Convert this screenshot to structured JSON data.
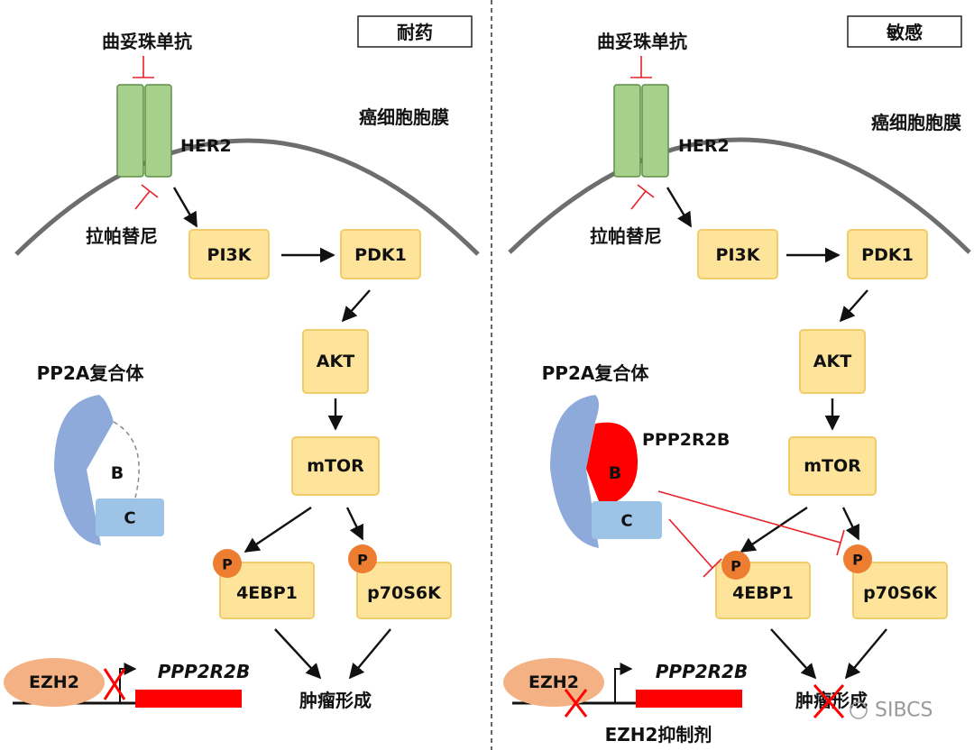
{
  "left_panel": {
    "title": "耐药",
    "antibody": "曲妥珠单抗",
    "membrane": "癌细胞胞膜",
    "receptor": "HER2",
    "inhibitor": "拉帕替尼",
    "nodes": {
      "pi3k": "PI3K",
      "pdk1": "PDK1",
      "akt": "AKT",
      "mtor": "mTOR",
      "ebp1": "4EBP1",
      "p70": "p70S6K"
    },
    "phospho": "P",
    "pp2a_label": "PP2A复合体",
    "subunit_b": "B",
    "subunit_c": "C",
    "ezh2": "EZH2",
    "gene": "PPP2R2B",
    "outcome": "肿瘤形成"
  },
  "right_panel": {
    "title": "敏感",
    "antibody": "曲妥珠单抗",
    "membrane": "癌细胞胞膜",
    "receptor": "HER2",
    "inhibitor": "拉帕替尼",
    "nodes": {
      "pi3k": "PI3K",
      "pdk1": "PDK1",
      "akt": "AKT",
      "mtor": "mTOR",
      "ebp1": "4EBP1",
      "p70": "p70S6K"
    },
    "phospho": "P",
    "pp2a_label": "PP2A复合体",
    "subunit_b": "B",
    "subunit_c": "C",
    "b_protein": "PPP2R2B",
    "ezh2": "EZH2",
    "gene": "PPP2R2B",
    "ezh2_inhibitor": "EZH2抑制剂",
    "outcome": "肿瘤形成"
  },
  "watermark": "SIBCS",
  "colors": {
    "node_fill": "#fde49a",
    "node_stroke": "#f0cc6a",
    "her2_fill": "#a8d08d",
    "her2_stroke": "#5e8f45",
    "pp2a_a": "#8eaadb",
    "pp2a_c": "#9dc3e6",
    "ppp2r2b_red": "#ff0000",
    "phospho": "#ed7d31",
    "ezh2_fill": "#f4b183",
    "inhibition": "#e8212a"
  }
}
